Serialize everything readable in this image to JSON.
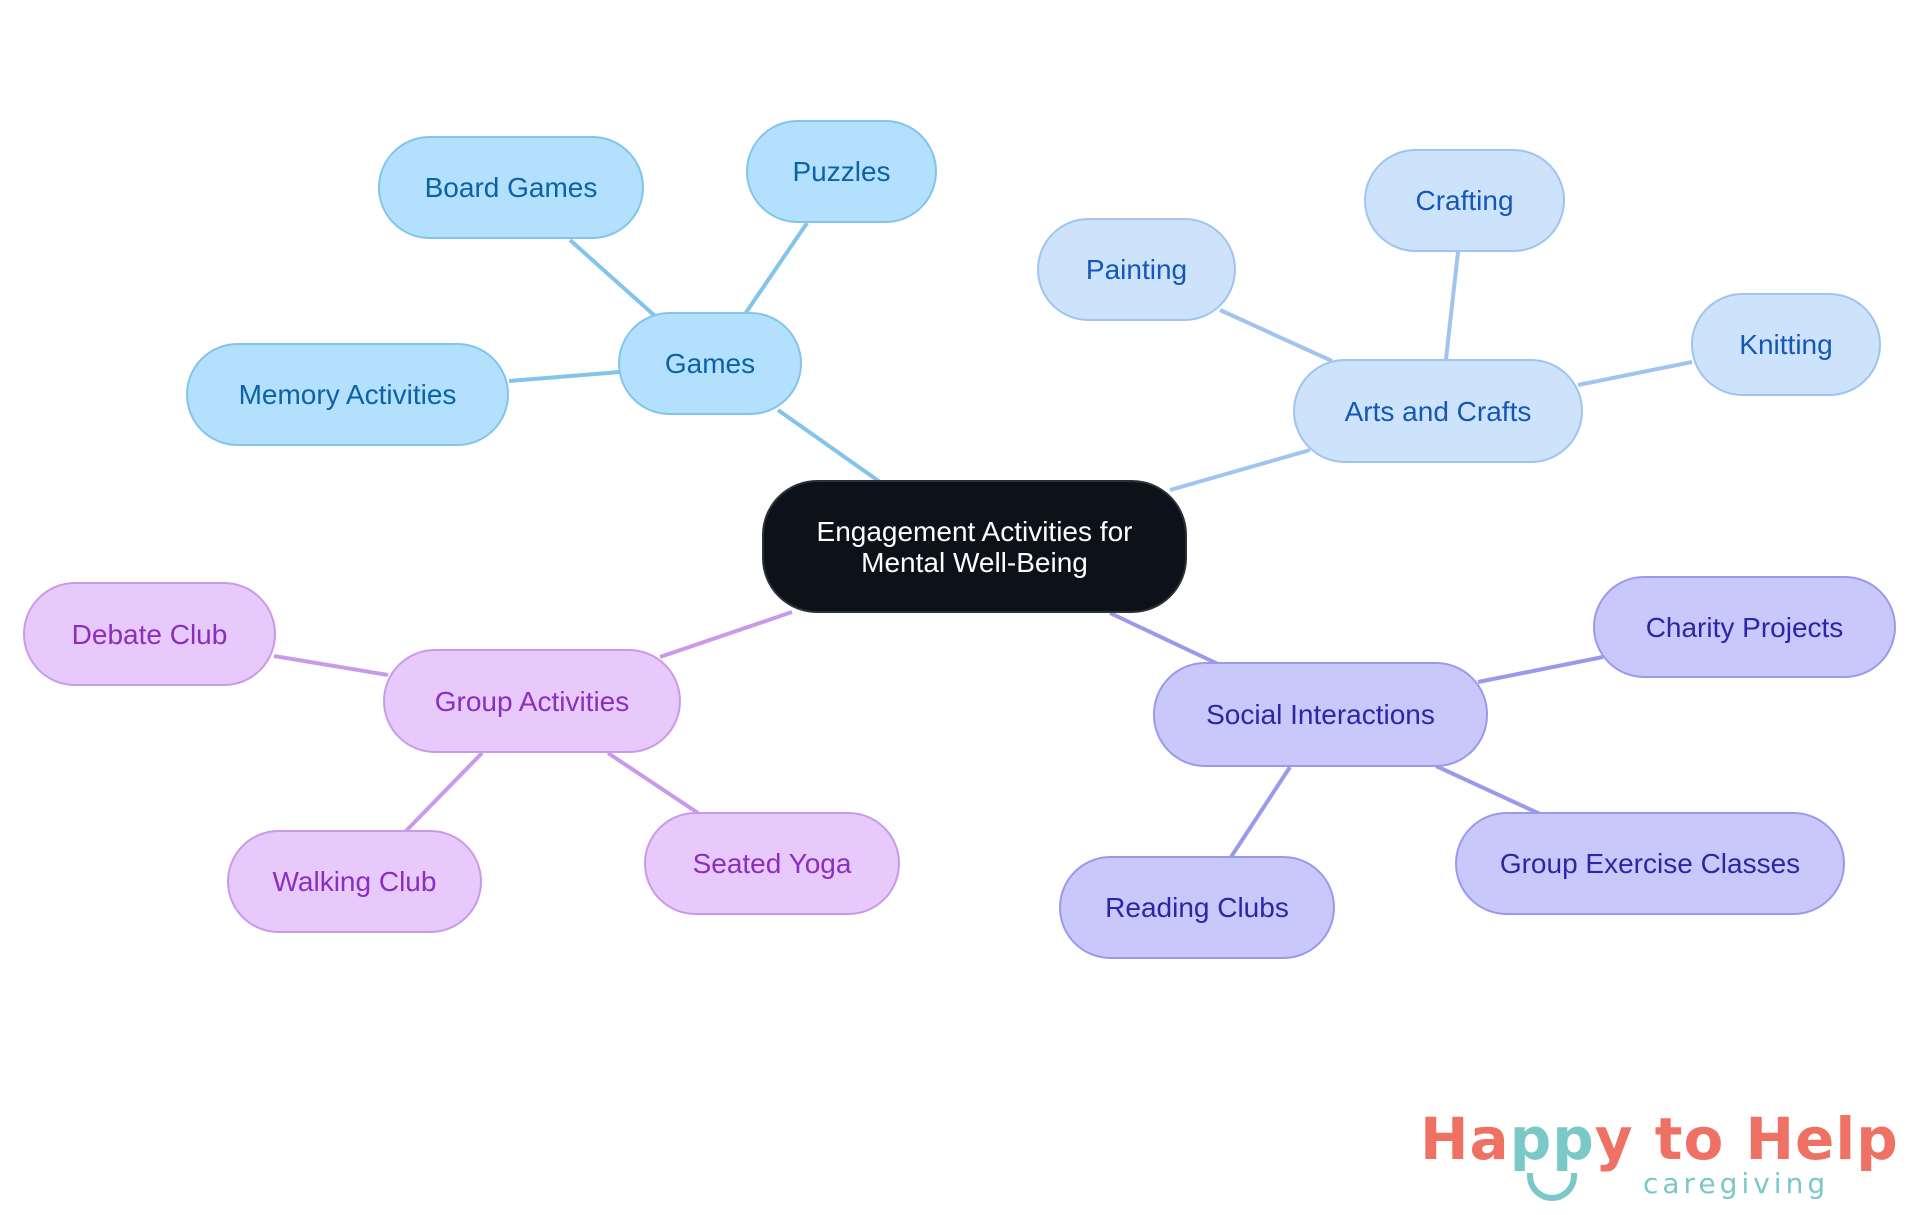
{
  "diagram": {
    "type": "mind-map",
    "root": {
      "label": "Engagement Activities for Mental Well-Being"
    },
    "branches": [
      {
        "label": "Games",
        "color": "#b3e0fd",
        "children": [
          "Board Games",
          "Puzzles",
          "Memory Activities"
        ]
      },
      {
        "label": "Arts and Crafts",
        "color": "#cde3fb",
        "children": [
          "Painting",
          "Crafting",
          "Knitting"
        ]
      },
      {
        "label": "Social Interactions",
        "color": "#c8c8fb",
        "children": [
          "Charity Projects",
          "Group Exercise Classes",
          "Reading Clubs"
        ]
      },
      {
        "label": "Group Activities",
        "color": "#e8c9fb",
        "children": [
          "Debate Club",
          "Walking Club",
          "Seated Yoga"
        ]
      }
    ]
  },
  "logo": {
    "part1": "Ha",
    "part2": "pp",
    "part3": "y to Help",
    "subtitle": "caregiving",
    "colors": {
      "primary": "#ee7163",
      "secondary": "#7bc8c8"
    }
  }
}
